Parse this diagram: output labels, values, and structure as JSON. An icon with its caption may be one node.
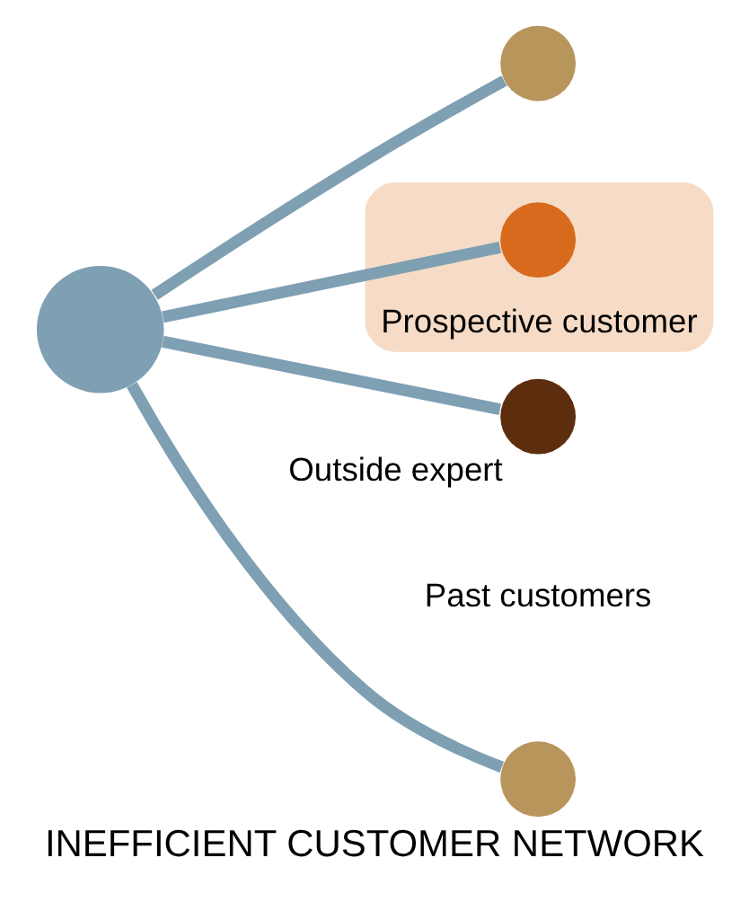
{
  "diagram": {
    "caption": "INEFFICIENT CUSTOMER NETWORK",
    "nodes": [
      {
        "text": [],
        "shape": "circle"
      },
      {
        "text": [],
        "shape": "circle"
      },
      {
        "text": [],
        "shape": "circle"
      },
      {
        "text": [
          "Prospective customer"
        ]
      },
      {
        "text": [],
        "shape": "circle",
        "in": 3
      },
      {
        "text": [],
        "shape": "circle",
        "beside": [
          "Outside expert"
        ]
      }
    ],
    "edges": [
      {
        "from": 0,
        "to": 1,
        "arrow": "none"
      },
      {
        "from": 0,
        "to": 2,
        "arrow": "none"
      },
      {
        "from": 0,
        "to": 4,
        "arrow": "none"
      },
      {
        "from": 0,
        "to": 5,
        "arrow": "none"
      }
    ],
    "labels": [
      "Past customers"
    ]
  }
}
